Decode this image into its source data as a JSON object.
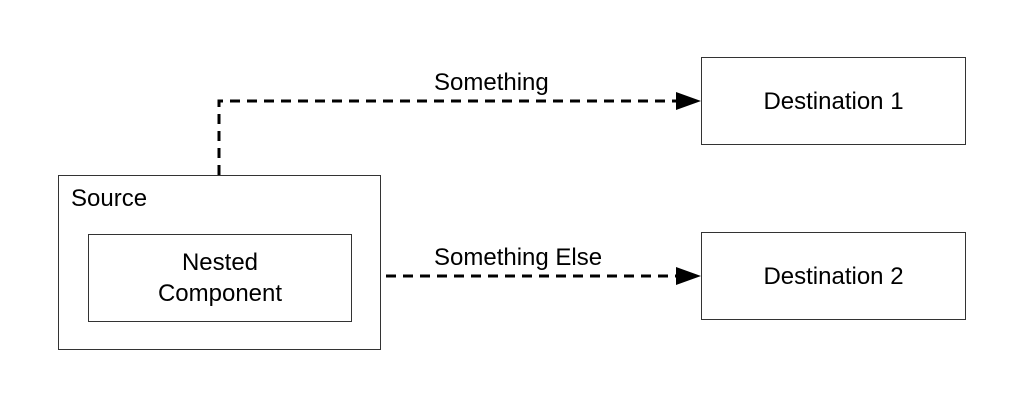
{
  "nodes": {
    "source": {
      "label": "Source"
    },
    "nested": {
      "label": "Nested\nComponent"
    },
    "dest1": {
      "label": "Destination 1"
    },
    "dest2": {
      "label": "Destination 2"
    }
  },
  "edges": {
    "to_dest1": {
      "label": "Something"
    },
    "to_dest2": {
      "label": "Something Else"
    }
  },
  "style": {
    "stroke_color": "#000000",
    "box_border_color": "#333333",
    "edge_style": "dashed"
  }
}
